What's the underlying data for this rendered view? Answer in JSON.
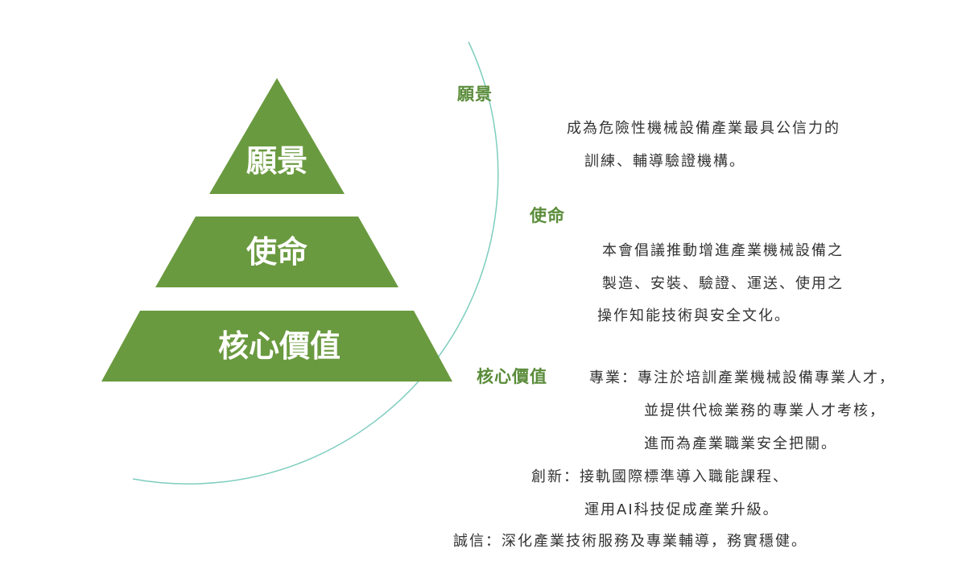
{
  "colors": {
    "pyramid_green": "#6a9a3f",
    "heading_green": "#5a8c3a",
    "arc_teal": "#7ecdbf",
    "body_text": "#333333"
  },
  "pyramid": {
    "top_label": "願景",
    "middle_label": "使命",
    "bottom_label": "核心價值"
  },
  "vision": {
    "heading": "願景",
    "lines": [
      "成為危險性機械設備產業最具公信力的",
      "訓練、輔導驗證機構。"
    ]
  },
  "mission": {
    "heading": "使命",
    "lines": [
      "本會倡議推動增進產業機械設備之",
      "製造、安裝、驗證、運送、使用之",
      "操作知能技術與安全文化。"
    ]
  },
  "core_values": {
    "heading": "核心價值",
    "professional": [
      "專業：專注於培訓產業機械設備專業人才，",
      "並提供代檢業務的專業人才考核，",
      "進而為產業職業安全把關。"
    ],
    "innovation": [
      "創新：接軌國際標準導入職能課程、",
      "運用AI科技促成產業升級。"
    ],
    "integrity": [
      "誠信：深化產業技術服務及專業輔導，務實穩健。"
    ]
  }
}
